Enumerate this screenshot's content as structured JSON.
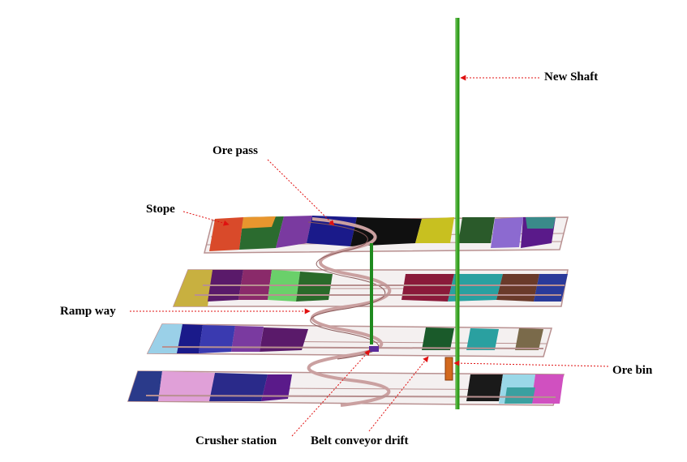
{
  "labels": {
    "new_shaft": "New Shaft",
    "ore_pass": "Ore pass",
    "stope": "Stope",
    "ramp_way": "Ramp way",
    "ore_bin": "Ore bin",
    "crusher_station": "Crusher station",
    "belt_conveyor_drift": "Belt conveyor drift"
  },
  "colors": {
    "shaft": "#2f9a1c",
    "ore_pass": "#1f8a1f",
    "leader": "#e01010",
    "ramp": "#caa0a0",
    "drift": "#b89090",
    "ore_bin": "#d2691e",
    "crusher": "#5a2a9a"
  }
}
